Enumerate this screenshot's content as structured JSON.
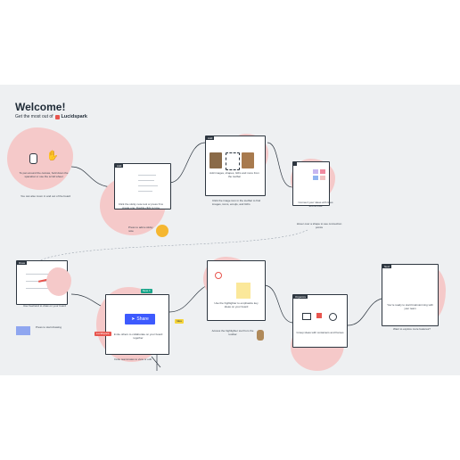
{
  "header": {
    "title": "Welcome!",
    "subtitle": "Get the most out of",
    "brand": "Lucidspark",
    "brand_color": "#e8554e"
  },
  "theme": {
    "canvas_bg": "#eef0f2",
    "blob_color": "#f5c9c9",
    "card_border": "#2d3640",
    "sticky_yellow": "#fbe89a",
    "share_blue": "#3d5afe",
    "tag_green": "#18a58a",
    "tag_red": "#e8554e",
    "tag_yellow": "#f5d43a"
  },
  "steps": [
    {
      "id": "pan",
      "head": "",
      "text": "To pan around the canvas, hold down the spacebar or use the scroll wheel",
      "caption": "You can also zoom in and out of the board"
    },
    {
      "id": "sticky",
      "head": "Add",
      "text": "Click the sticky note tool or press N to create one. Double-click to type",
      "caption": "Press to add a sticky note"
    },
    {
      "id": "shapes",
      "head": "Add",
      "text": "Add images, shapes, GIFs and more from the toolbar",
      "caption": "Click the image icon in the toolbar to find images, icons, emojis, and GIFs"
    },
    {
      "id": "connect",
      "head": "",
      "text": "Connect your ideas with lines and arrows",
      "caption": "Hover over a shape to see connection points"
    },
    {
      "id": "freehand",
      "head": "Draw",
      "text": "Use freehand to draw on your board",
      "caption": "Press to start drawing"
    },
    {
      "id": "share",
      "head": "",
      "text": "Invite others to collaborate on your board together",
      "caption": "Invite teammates to view or edit"
    },
    {
      "id": "highlight",
      "head": "",
      "text": "Use the highlighter to emphasize key ideas on your board",
      "caption": "Access the highlighter tool from the toolbar"
    },
    {
      "id": "organize",
      "head": "Organize",
      "text": "Group ideas with containers and frames",
      "caption": ""
    },
    {
      "id": "next",
      "head": "Next",
      "text": "You're ready to start brainstorming with your team",
      "caption": "Want to explore more features?"
    }
  ],
  "share_button": {
    "label": "Share"
  },
  "tags": {
    "new": "New !!",
    "red": "Lucidspark",
    "yellow": "Idea"
  }
}
